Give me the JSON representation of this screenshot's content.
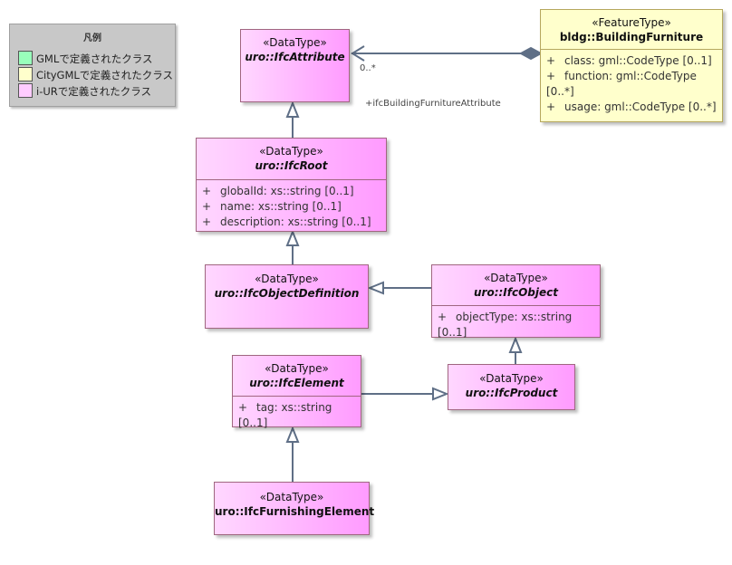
{
  "legend": {
    "title": "凡例",
    "items": [
      {
        "label": "GMLで定義されたクラス",
        "color": "#99ffbb"
      },
      {
        "label": "CityGMLで定義されたクラス",
        "color": "#ffffcc"
      },
      {
        "label": "i-URで定義されたクラス",
        "color": "#ffccff"
      }
    ]
  },
  "classes": {
    "ifc_attribute": {
      "stereotype": "«DataType»",
      "name": "uro::IfcAttribute"
    },
    "building_furniture": {
      "stereotype": "«FeatureType»",
      "name": "bldg::BuildingFurniture",
      "attributes": [
        {
          "vis": "+",
          "text": "class: gml::CodeType [0..1]"
        },
        {
          "vis": "+",
          "text": "function: gml::CodeType [0..*]"
        },
        {
          "vis": "+",
          "text": "usage: gml::CodeType [0..*]"
        }
      ]
    },
    "ifc_root": {
      "stereotype": "«DataType»",
      "name": "uro::IfcRoot",
      "attributes": [
        {
          "vis": "+",
          "text": "globalId: xs::string [0..1]"
        },
        {
          "vis": "+",
          "text": "name: xs::string [0..1]"
        },
        {
          "vis": "+",
          "text": "description: xs::string [0..1]"
        }
      ]
    },
    "ifc_object_definition": {
      "stereotype": "«DataType»",
      "name": "uro::IfcObjectDefinition"
    },
    "ifc_object": {
      "stereotype": "«DataType»",
      "name": "uro::IfcObject",
      "attributes": [
        {
          "vis": "+",
          "text": "objectType: xs::string [0..1]"
        }
      ]
    },
    "ifc_element": {
      "stereotype": "«DataType»",
      "name": "uro::IfcElement",
      "attributes": [
        {
          "vis": "+",
          "text": "tag: xs::string [0..1]"
        }
      ]
    },
    "ifc_product": {
      "stereotype": "«DataType»",
      "name": "uro::IfcProduct"
    },
    "ifc_furnishing_element": {
      "stereotype": "«DataType»",
      "name": "uro::IfcFurnishingElement"
    }
  },
  "association": {
    "multiplicity": "0..*",
    "role": "+ifcBuildingFurnitureAttribute"
  }
}
